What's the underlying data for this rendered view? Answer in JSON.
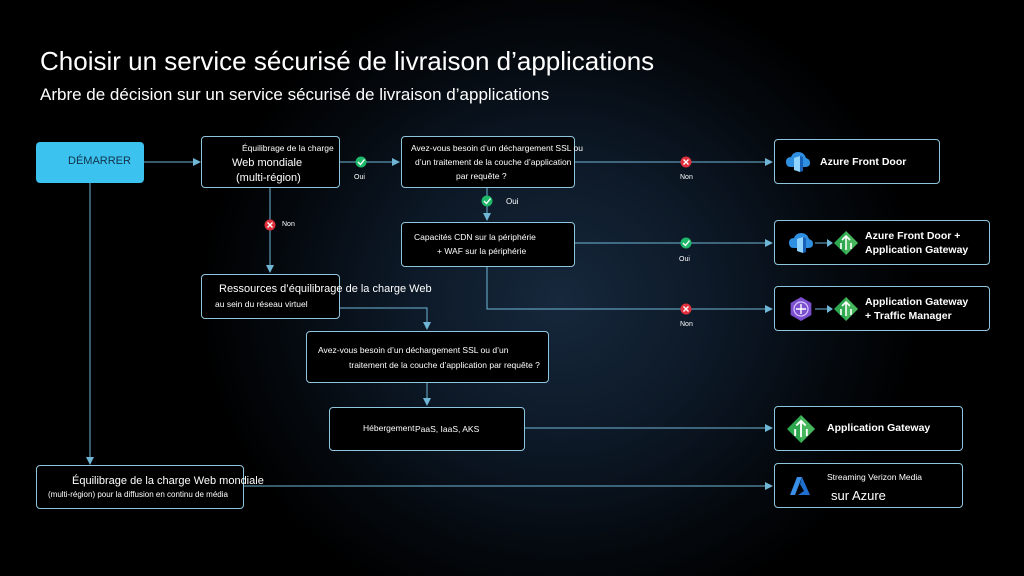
{
  "header": {
    "title": "Choisir un service sécurisé de livraison d’applications",
    "subtitle": "Arbre de décision sur un service sécurisé de livraison d’applications"
  },
  "start": {
    "label": "DÉMARRER"
  },
  "decisions": {
    "global_lb": {
      "line1": "Équilibrage de la charge",
      "line2": "Web mondiale",
      "line3": "(multi-région)"
    },
    "ssl_offload_top": {
      "line1": "Avez-vous besoin d’un déchargement SSL ou",
      "line2": "d’un traitement de la couche d’application",
      "line3": "par requête ?"
    },
    "cdn_waf": {
      "line1": "Capacités CDN sur la périphérie",
      "line2": "+   WAF sur la périphérie"
    },
    "vnet_lb": {
      "line1": "Ressources d’équilibrage de la charge Web",
      "line2": "au sein du réseau virtuel"
    },
    "ssl_offload_mid": {
      "line1": "Avez-vous besoin d’un déchargement SSL ou d’un",
      "line2": "traitement de la couche d’application par requête ?"
    },
    "hosting": {
      "line1": "Hébergement",
      "line2": "PaaS, IaaS, AKS"
    },
    "streaming_lb": {
      "line1": "Équilibrage de la charge Web mondiale",
      "line2": "(multi-région) pour la diffusion en continu de média"
    }
  },
  "edges": {
    "global_yes": "Oui",
    "global_no": "Non",
    "ssl_top_yes": "Oui",
    "ssl_top_no": "Non",
    "cdn_yes": "Oui",
    "cdn_no": "Non"
  },
  "results": {
    "front_door": {
      "line1": "Azure  Front Door"
    },
    "fd_appgw": {
      "line1": "Azure Front Door +",
      "line2": "Application Gateway"
    },
    "appgw_tm": {
      "line1": "Application Gateway",
      "line2": "+    Traffic Manager"
    },
    "appgw": {
      "line1": "Application Gateway"
    },
    "verizon": {
      "line1": "Streaming Verizon Media",
      "line2": "sur Azure"
    }
  },
  "colors": {
    "line": "#6fb6d6",
    "accent": "#3cc2ee",
    "yes": "#1fb86a",
    "no": "#e0303e"
  },
  "icons": [
    "front-door-icon",
    "application-gateway-icon",
    "traffic-manager-icon",
    "azure-logo-icon",
    "check-icon",
    "x-icon"
  ]
}
